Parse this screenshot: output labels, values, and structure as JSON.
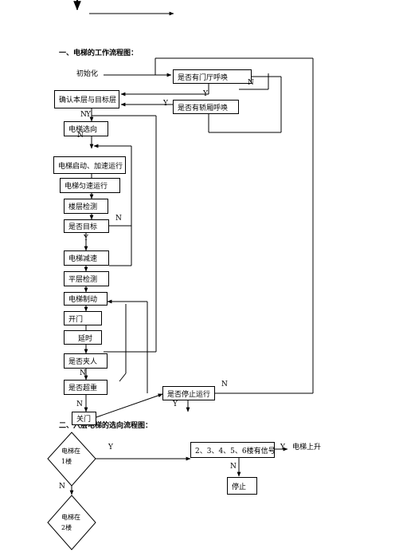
{
  "section1": {
    "title": "一、电梯的工作流程图："
  },
  "section2": {
    "title": "二、六层电梯的选向流程图："
  },
  "flow1": {
    "init": "初始化",
    "hall_call": "是否有门厅呼唤",
    "confirm_floor": "确认本层与目标层",
    "car_call": "是否有轿厢呼唤",
    "select_dir": "电梯选向",
    "start_accel": "电梯启动、加速运行",
    "uniform_run": "电梯匀速运行",
    "floor_detect": "楼层检测",
    "is_target": "是否目标",
    "decel": "电梯减速",
    "level_detect": "平层检测",
    "brake": "电梯制动",
    "open_door": "开门",
    "delay": "延时",
    "clamped": "是否夹人",
    "overweight": "是否超重",
    "close_door": "关门",
    "stop_run": "是否停止运行"
  },
  "flow2": {
    "d1_line1": "电梯在",
    "d1_line2": "1楼",
    "d2_line1": "电梯在",
    "d2_line2": "2楼",
    "signal": "2、3、4、5、6楼有信号",
    "go_up": "电梯上升",
    "stop": "停止"
  },
  "labels": {
    "y": "Y",
    "n": "N"
  }
}
